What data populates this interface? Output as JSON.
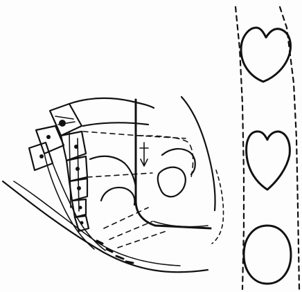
{
  "figure": {
    "background": "#fdfdfd",
    "ink_color": "#111111",
    "panels": [
      "sagittal-pelvis-section",
      "fetal-head-outline-strip"
    ],
    "strip": {
      "head_outline_count": 3
    }
  }
}
